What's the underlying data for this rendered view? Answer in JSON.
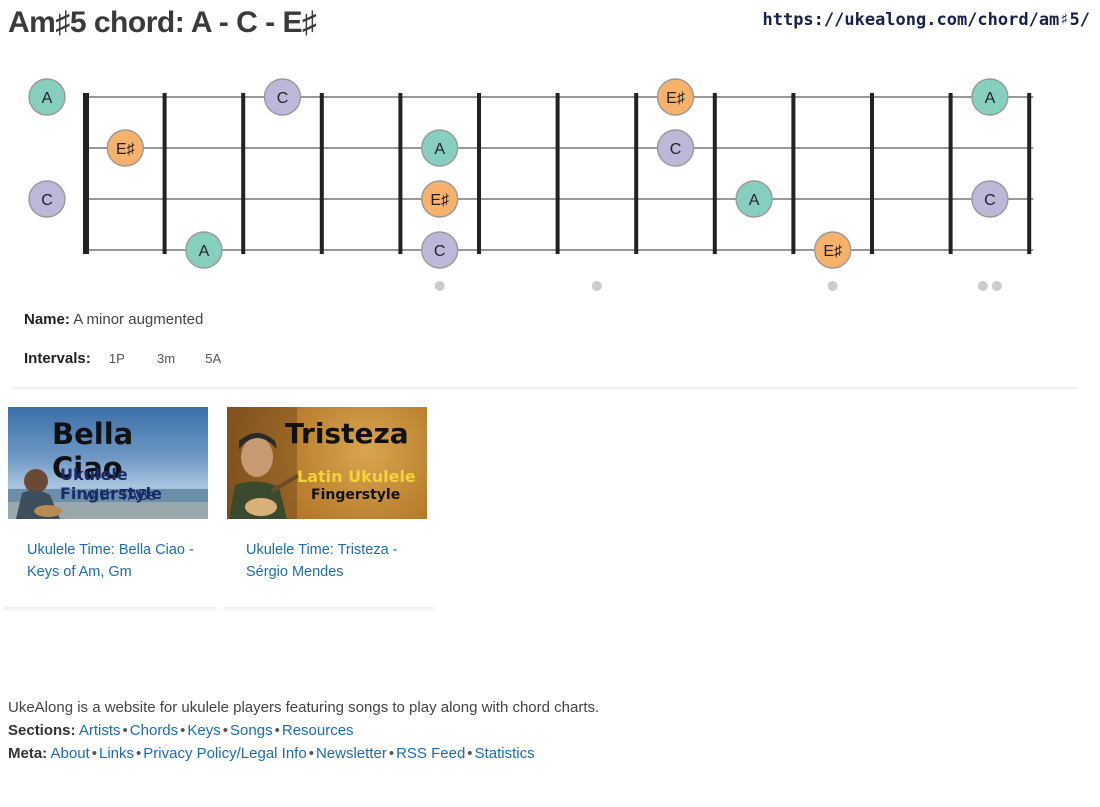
{
  "page": {
    "title": "Am♯5 chord: A - C - E♯",
    "url": "https://ukealong.com/chord/am♯5/"
  },
  "fretboard": {
    "strings": 4,
    "frets": 12,
    "open_notes": [
      {
        "string": 0,
        "label": "A"
      },
      {
        "string": 2,
        "label": "C"
      }
    ],
    "notes": [
      {
        "string": 0,
        "fret": 3,
        "label": "C"
      },
      {
        "string": 0,
        "fret": 8,
        "label": "E♯"
      },
      {
        "string": 0,
        "fret": 12,
        "label": "A"
      },
      {
        "string": 1,
        "fret": 1,
        "label": "E♯"
      },
      {
        "string": 1,
        "fret": 5,
        "label": "A"
      },
      {
        "string": 1,
        "fret": 8,
        "label": "C"
      },
      {
        "string": 2,
        "fret": 5,
        "label": "E♯"
      },
      {
        "string": 2,
        "fret": 9,
        "label": "A"
      },
      {
        "string": 2,
        "fret": 12,
        "label": "C"
      },
      {
        "string": 3,
        "fret": 2,
        "label": "A"
      },
      {
        "string": 3,
        "fret": 5,
        "label": "C"
      },
      {
        "string": 3,
        "fret": 10,
        "label": "E♯"
      }
    ],
    "note_colors": {
      "A": "#86cfbf",
      "C": "#bdb7da",
      "E♯": "#f6b26b"
    },
    "fret_markers": [
      5,
      7,
      10
    ],
    "double_markers": [
      12
    ]
  },
  "chord_info": {
    "name_label": "Name:",
    "name_value": "A minor augmented",
    "intervals_label": "Intervals:",
    "intervals": [
      "1P",
      "3m",
      "5A"
    ]
  },
  "cards": [
    {
      "thumb_title": "Bella Ciao",
      "thumb_line1": "Ukulele Fingerstyle",
      "thumb_line2": "with TABs",
      "link_text": "Ukulele Time: Bella Ciao - Keys of Am, Gm"
    },
    {
      "thumb_title": "Tristeza",
      "thumb_line1": "Latin Ukulele",
      "thumb_line2": "Fingerstyle",
      "link_text": "Ukulele Time: Tristeza - Sérgio Mendes"
    }
  ],
  "footer": {
    "description": "UkeAlong is a website for ukulele players featuring songs to play along with chord charts.",
    "sections_label": "Sections:",
    "sections": [
      "Artists",
      "Chords",
      "Keys",
      "Songs",
      "Resources"
    ],
    "meta_label": "Meta:",
    "meta": [
      "About",
      "Links",
      "Privacy Policy/Legal Info",
      "Newsletter",
      "RSS Feed",
      "Statistics"
    ],
    "separator": "•"
  }
}
